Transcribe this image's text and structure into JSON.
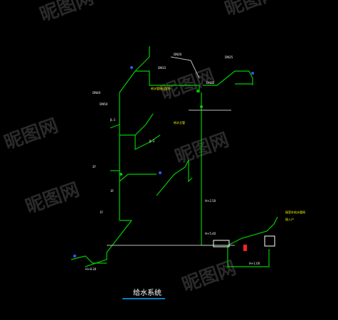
{
  "drawing": {
    "title": "给水系统",
    "yellow_labels": [
      "给水管接自室外",
      "给水立管",
      "接室外给水管网",
      "接入户"
    ],
    "white_labels": [
      "DN15",
      "DN20",
      "DN25",
      "DN32",
      "DN40",
      "DN50",
      "JL-1",
      "JL-2",
      "2F",
      "3F",
      "1F",
      "H+2.50",
      "H+5.40",
      "H+8.30",
      "H+1.00"
    ],
    "watermark": "昵图网"
  },
  "colors": {
    "pipe": "#00cc00",
    "pipe_gray": "#bbbbbb",
    "label_white": "#ffffff",
    "label_yellow": "#ffff00",
    "title": "#ffffff",
    "title_underline": "#00aaff",
    "valve_blue": "#3355ff",
    "meter_red": "#ff2222"
  }
}
